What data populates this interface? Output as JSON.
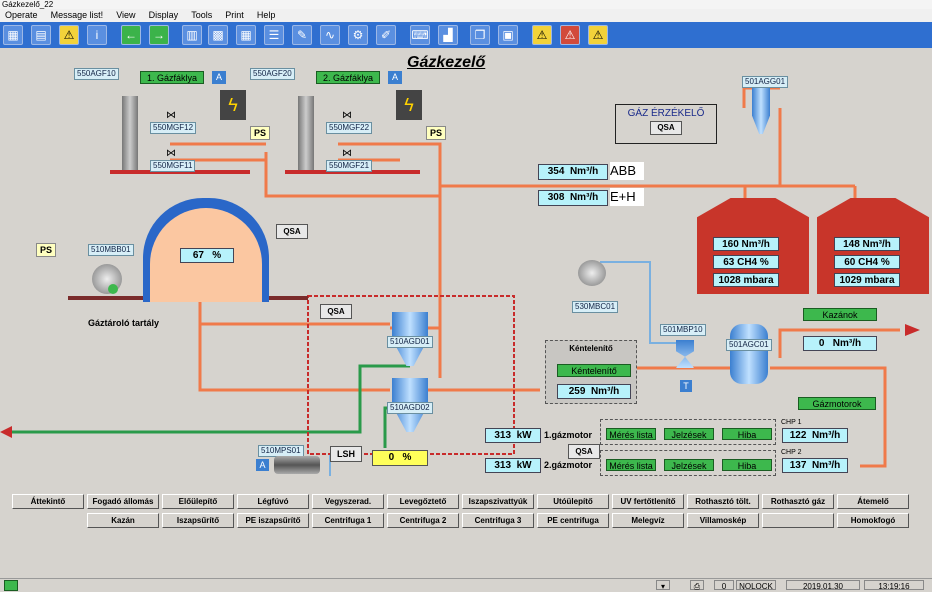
{
  "window": {
    "title": "Gázkezelő_22"
  },
  "menu": [
    "Operate",
    "Message list!",
    "View",
    "Display",
    "Tools",
    "Print",
    "Help"
  ],
  "page_title": "Gázkezelő",
  "flares": {
    "flare1_label": "1. Gázfáklya",
    "flare1_mode": "A",
    "flare1_tag": "550AGF10",
    "flare2_label": "2. Gázfáklya",
    "flare2_mode": "A",
    "flare2_tag": "550AGF20",
    "valve11": "550MGF11",
    "valve12": "550MGF12",
    "valve21": "550MGF21",
    "valve22": "550MGF22",
    "ps": "PS"
  },
  "gas_detector": {
    "title": "GÁZ ÉRZÉKELŐ",
    "qsa": "QSA",
    "tag": "501AGG01"
  },
  "flows": {
    "abb_value": "354",
    "abb_unit": "Nm³/h",
    "abb_label": "ABB",
    "eh_value": "308",
    "eh_unit": "Nm³/h",
    "eh_label": "E+H"
  },
  "digesters": {
    "left": {
      "flow": "160 Nm³/h",
      "ch4": "63 CH4 %",
      "pressure": "1028 mbara"
    },
    "right": {
      "flow": "148 Nm³/h",
      "ch4": "60 CH4 %",
      "pressure": "1029 mbara"
    }
  },
  "gasholder": {
    "level_value": "67",
    "level_unit": "%",
    "tag": "510MBB01",
    "ps": "PS",
    "qsa": "QSA",
    "name": "Gáztároló tartály"
  },
  "filters": {
    "qsa": "QSA",
    "f1": "510AGD01",
    "f2": "510AGD02"
  },
  "blower": {
    "tag": "530MBC01"
  },
  "burner": {
    "title": "Kéntelenítő",
    "button": "Kéntelenítő",
    "value": "259",
    "unit": "Nm³/h"
  },
  "valve_mbp": {
    "tag": "501MBP10",
    "mode": "T"
  },
  "receiver": {
    "tag": "501AGC01"
  },
  "boilers": {
    "button": "Kazánok",
    "value": "0",
    "unit": "Nm³/h"
  },
  "engines": {
    "button": "Gázmotorok"
  },
  "pump": {
    "tag": "510MPS01",
    "mode": "A",
    "lsh": "LSH",
    "value": "0",
    "unit": "%"
  },
  "chp": {
    "qsa": "QSA",
    "engine1": {
      "kw": "313",
      "kw_unit": "kW",
      "label": "1.gázmotor",
      "chp": "CHP 1",
      "flow": "122",
      "flow_unit": "Nm³/h"
    },
    "engine2": {
      "kw": "313",
      "kw_unit": "kW",
      "label": "2.gázmotor",
      "chp": "CHP 2",
      "flow": "137",
      "flow_unit": "Nm³/h"
    },
    "btn_measure": "Mérés lista",
    "btn_signals": "Jelzések",
    "btn_fault": "Hiba"
  },
  "nav_row1": [
    "Áttekintő",
    "Fogadó állomás",
    "Előülepítő",
    "Légfúvó",
    "Vegyszerad.",
    "Levegőztető",
    "Iszapszivattyúk",
    "Utóülepítő",
    "UV fertőtlenítő",
    "Rothasztó tölt.",
    "Rothasztó gáz",
    "Átemelő"
  ],
  "nav_row2": [
    "Kazán",
    "Iszapsűrítő",
    "PE iszapsűrítő",
    "Centrifuga 1",
    "Centrifuga 2",
    "Centrifuga 3",
    "PE centrifuga",
    "Melegvíz",
    "Villamoskép",
    "",
    "Homokfogó"
  ],
  "status": {
    "count": "0",
    "lock": "NOLOCK",
    "date": "2019.01.30",
    "time": "13:19:16"
  },
  "colors": {
    "pipe": "#f07a4a",
    "value_bg": "#b7f2fb",
    "green": "#3db84d",
    "toolbar": "#2f6fd0",
    "digester": "#c8352a"
  }
}
